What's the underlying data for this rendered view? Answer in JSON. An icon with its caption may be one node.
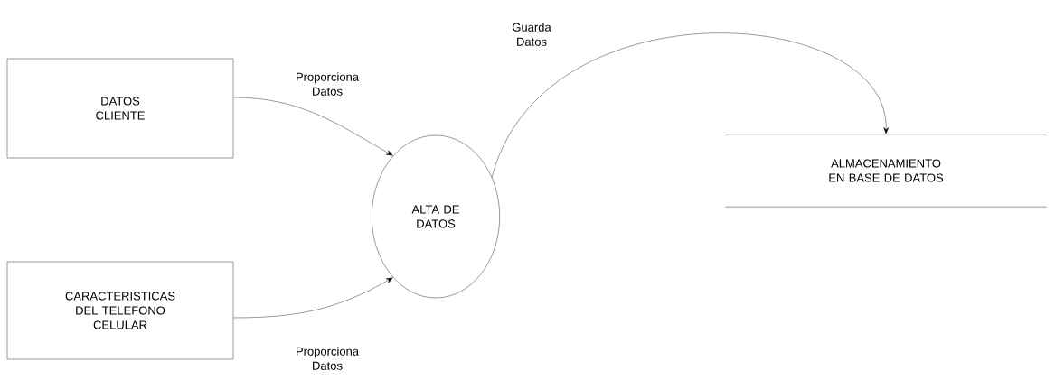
{
  "diagram": {
    "nodes": [
      {
        "text": [
          "DATOS CLIENTE"
        ]
      },
      {
        "text": [
          "CARACTERISTICAS DEL TELEFONO CELULAR"
        ]
      },
      {
        "text": [
          "ALTA DE DATOS"
        ]
      },
      {
        "text": [
          "ALMACENAMIENTO EN BASE DE DATOS"
        ]
      }
    ],
    "edges": [
      {
        "from": 0,
        "to": 2,
        "arrow": "to",
        "label": "Proporciona Datos"
      },
      {
        "from": 1,
        "to": 2,
        "arrow": "to",
        "label": "Proporciona Datos"
      },
      {
        "from": 2,
        "to": 3,
        "arrow": "to",
        "label": "Guarda Datos"
      }
    ]
  }
}
